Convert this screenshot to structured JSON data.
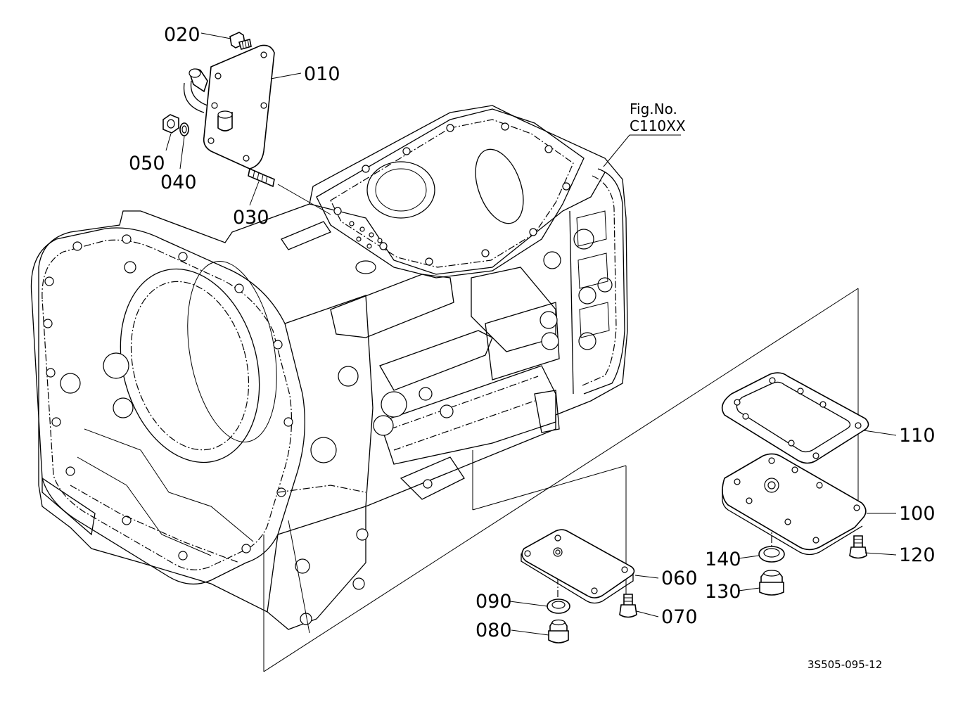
{
  "figure": {
    "ref_label_line1": "Fig.No.",
    "ref_label_line2": "C110XX",
    "drawing_number": "3S505-095-12"
  },
  "callouts": {
    "p010": "010",
    "p020": "020",
    "p030": "030",
    "p040": "040",
    "p050": "050",
    "p060": "060",
    "p070": "070",
    "p080": "080",
    "p090": "090",
    "p100": "100",
    "p110": "110",
    "p120": "120",
    "p130": "130",
    "p140": "140"
  }
}
